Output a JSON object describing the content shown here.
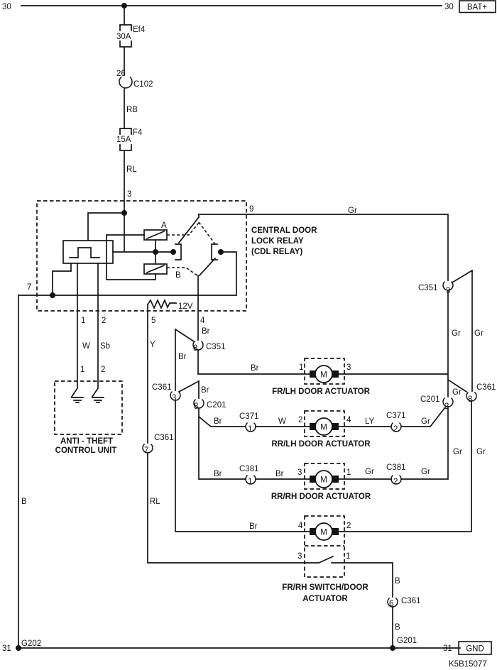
{
  "code": "K5B15077",
  "rails": {
    "thirty": "30",
    "thirtyone": "31",
    "bat": "BAT+",
    "gnd": "GND",
    "g201": "G201",
    "g202": "G202"
  },
  "fuses": {
    "ef4": "Ef4",
    "a30": "30A",
    "f4": "F4",
    "a15": "15A"
  },
  "pins": {
    "p1": "1",
    "p2": "2",
    "p3": "3",
    "p4": "4",
    "p5": "5",
    "p6": "6",
    "p7": "7",
    "p8": "8",
    "p9": "9",
    "p26": "26"
  },
  "wire_colors": {
    "rb": "RB",
    "rl": "RL",
    "gr": "Gr",
    "br": "Br",
    "w": "W",
    "sb": "Sb",
    "y": "Y",
    "ly": "LY",
    "b": "B"
  },
  "connectors": {
    "c102": "C102",
    "c201": "C201",
    "c351": "C351",
    "c361": "C361",
    "c371": "C371",
    "c381": "C381"
  },
  "relay": {
    "name1": "CENTRAL DOOR",
    "name2": "LOCK RELAY",
    "name3": "(CDL RELAY)",
    "coil_a": "A",
    "coil_b": "B",
    "voltage": "12V"
  },
  "antitheft": {
    "name1": "ANTI - THEFT",
    "name2": "CONTROL UNIT"
  },
  "actuators": {
    "frlh": "FR/LH DOOR ACTUATOR",
    "rrlh": "RR/LH DOOR ACTUATOR",
    "rrrh": "RR/RH DOOR ACTUATOR",
    "frrh1": "FR/RH SWITCH/DOOR",
    "frrh2": "ACTUATOR",
    "motor": "M"
  }
}
